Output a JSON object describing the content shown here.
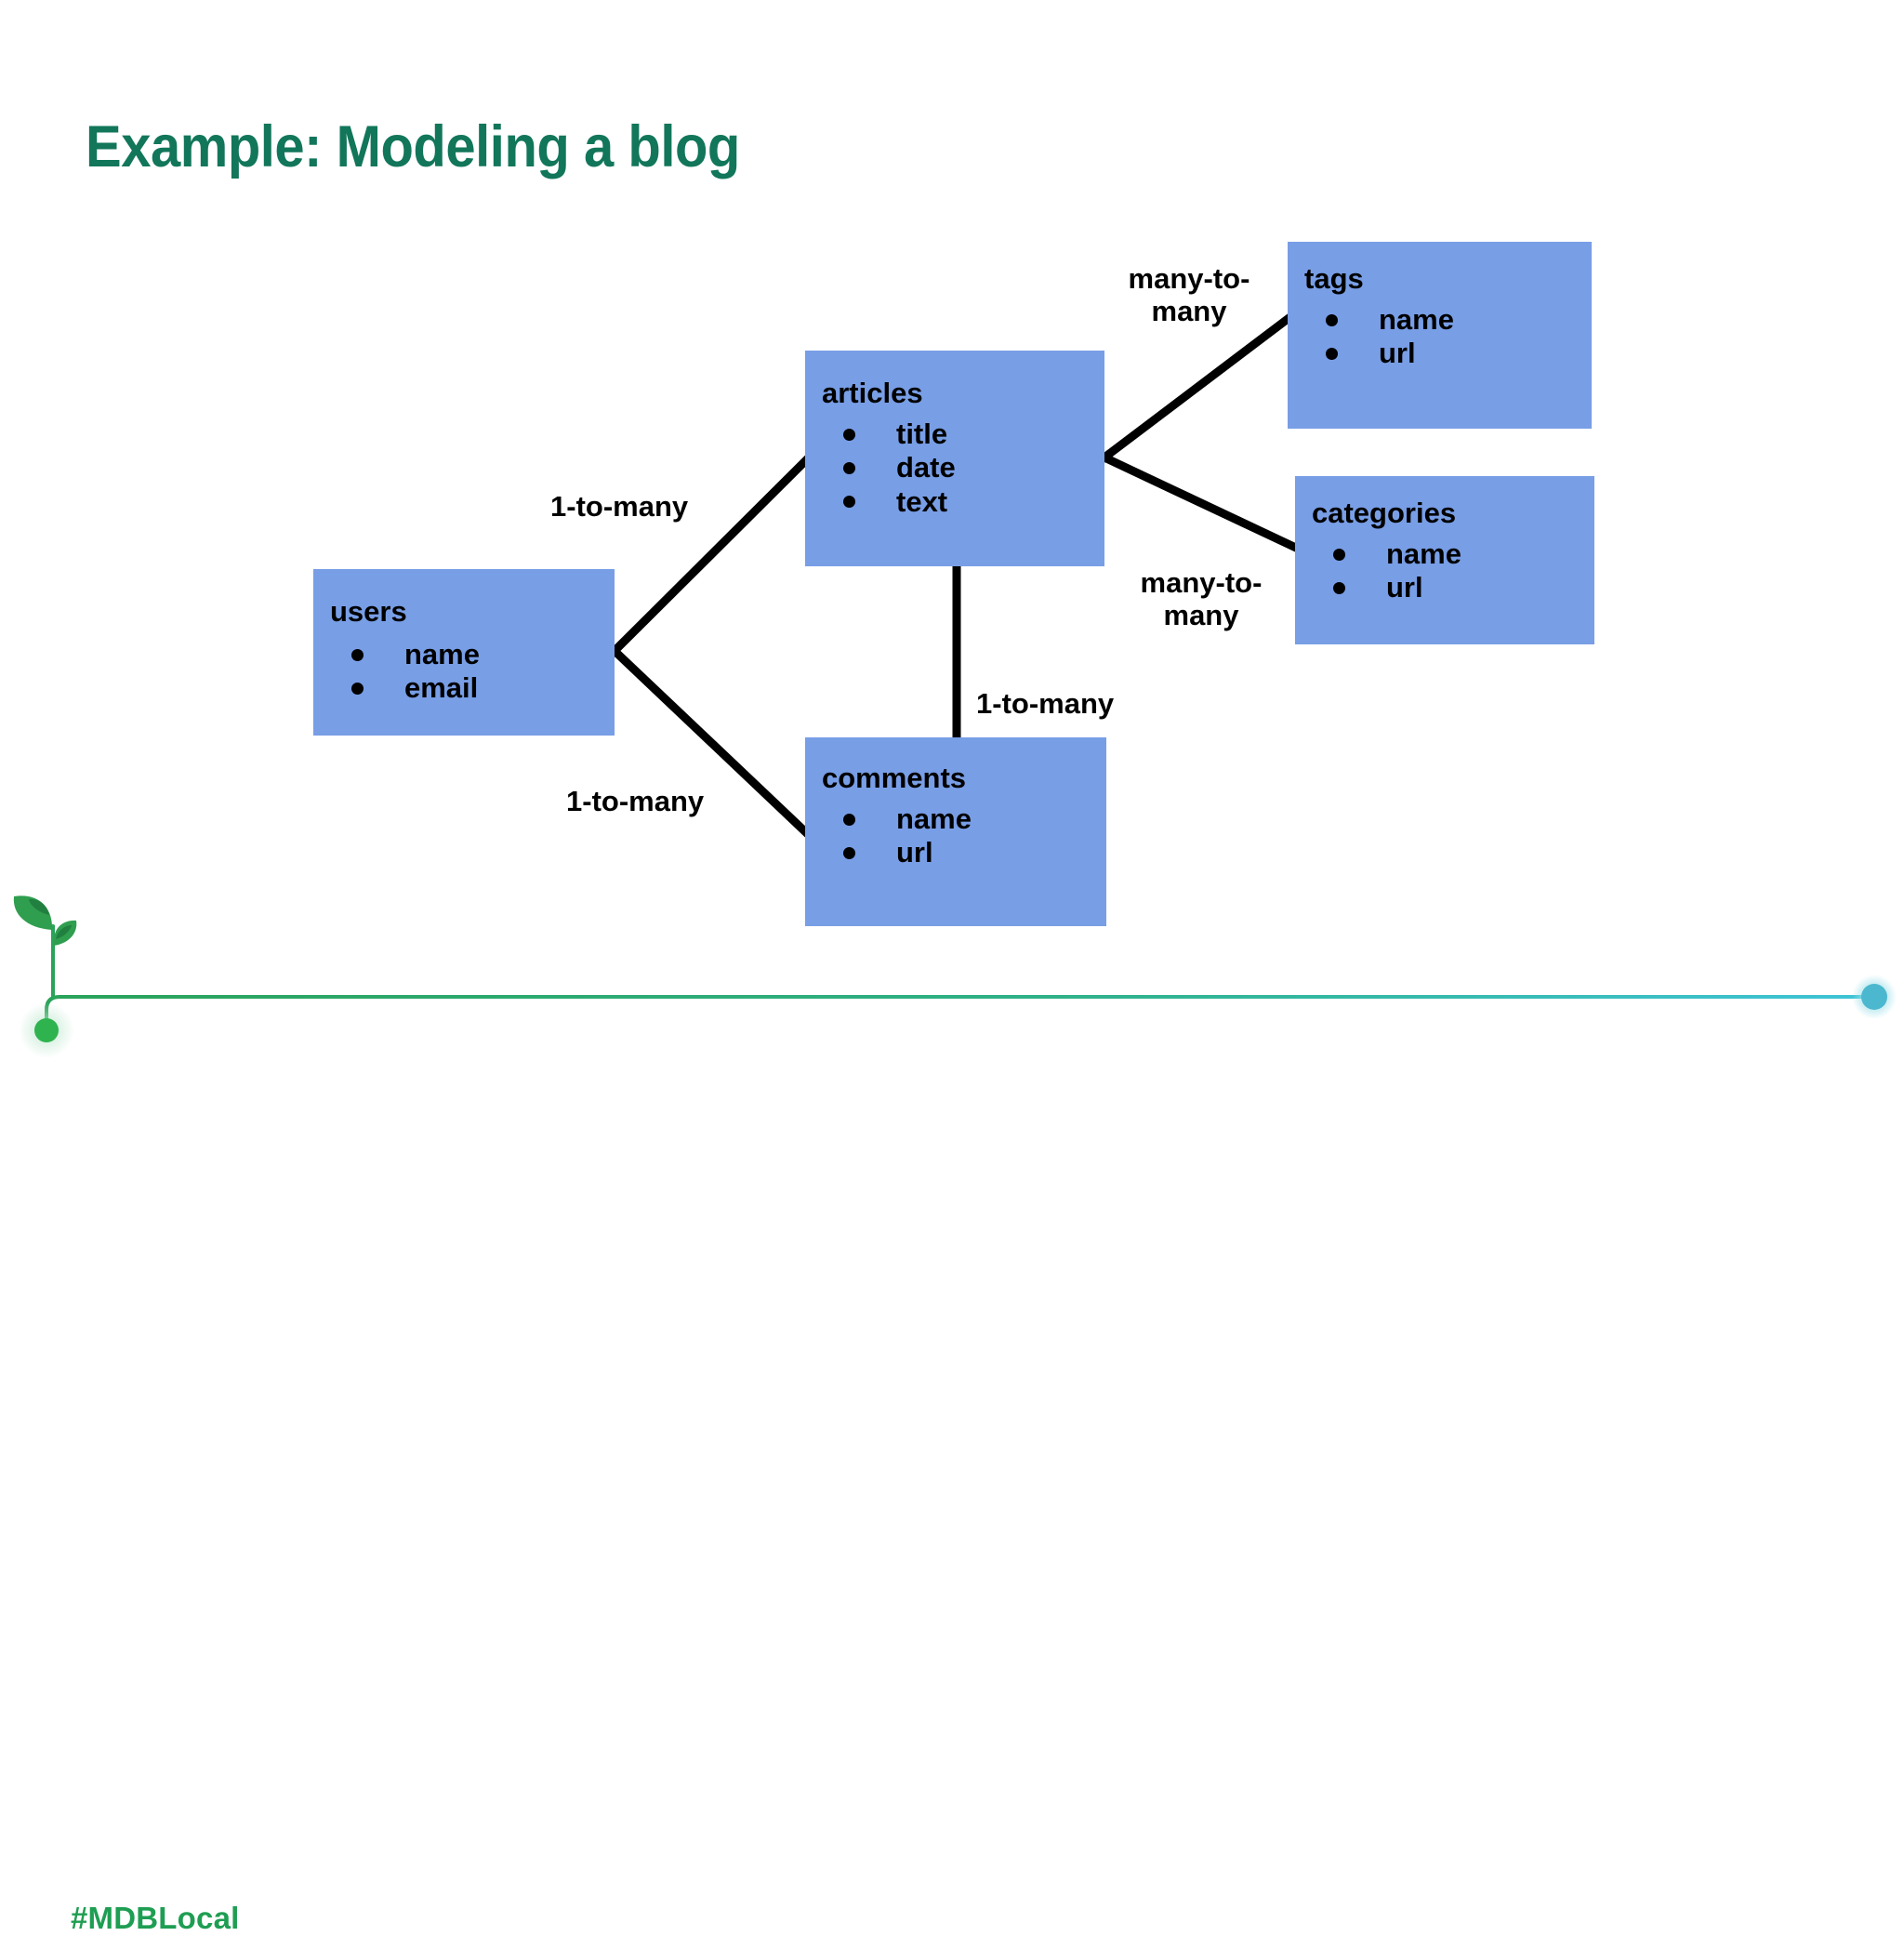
{
  "slide": {
    "title": "Example: Modeling a blog",
    "title_color": "#12765a",
    "background_color": "#ffffff"
  },
  "diagram": {
    "type": "entity-relationship",
    "entity_fill_color": "#789ee6",
    "edge_color": "#000000",
    "entities": [
      {
        "id": "users",
        "name": "users",
        "fields": [
          "name",
          "email"
        ]
      },
      {
        "id": "articles",
        "name": "articles",
        "fields": [
          "title",
          "date",
          "text"
        ]
      },
      {
        "id": "tags",
        "name": "tags",
        "fields": [
          "name",
          "url"
        ]
      },
      {
        "id": "categories",
        "name": "categories",
        "fields": [
          "name",
          "url"
        ]
      },
      {
        "id": "comments",
        "name": "comments",
        "fields": [
          "name",
          "url"
        ]
      }
    ],
    "relationships": [
      {
        "id": "users-articles",
        "from": "users",
        "to": "articles",
        "label": "1-to-many"
      },
      {
        "id": "users-comments",
        "from": "users",
        "to": "comments",
        "label": "1-to-many"
      },
      {
        "id": "articles-comments",
        "from": "articles",
        "to": "comments",
        "label": "1-to-many"
      },
      {
        "id": "articles-tags",
        "from": "articles",
        "to": "tags",
        "label": "many-to-\nmany"
      },
      {
        "id": "articles-categories",
        "from": "articles",
        "to": "categories",
        "label": "many-to-\nmany"
      }
    ]
  },
  "footer": {
    "hashtag": "#MDBLocal",
    "hashtag_color": "#1e9e52",
    "vine_start_color": "#2aa35a",
    "vine_end_color": "#3fc4d8",
    "sprout_icon": "sprout-icon",
    "end_dot_icon": "end-dot-icon"
  }
}
